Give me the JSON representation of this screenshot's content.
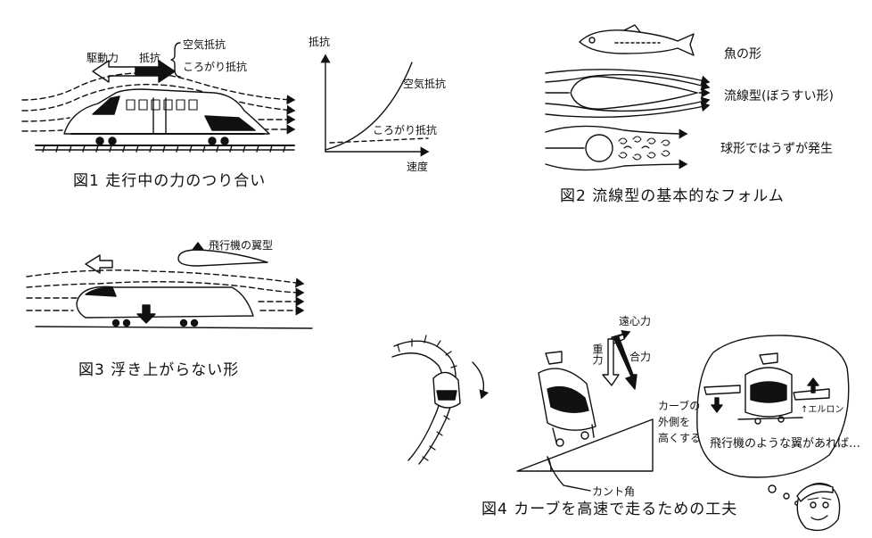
{
  "fig1": {
    "drive_force": "駆動力",
    "resistance": "抵抗",
    "air_resistance": "空気抵抗",
    "rolling_resistance": "ころがり抵抗",
    "caption": "図1 走行中の力のつり合い",
    "graph_ylabel": "抵抗",
    "graph_xlabel": "速度",
    "graph_curve_air": "空気抵抗",
    "graph_curve_rolling": "ころがり抵抗"
  },
  "fig2": {
    "fish_shape": "魚の形",
    "streamline_shape": "流線型(ぼうすい形)",
    "sphere_vortex": "球形ではうずが発生",
    "caption": "図2 流線型の基本的なフォルム"
  },
  "fig3": {
    "wing_shape": "飛行機の翼型",
    "caption": "図3 浮き上がらない形"
  },
  "fig4": {
    "centrifugal": "遠心力",
    "gravity": "重力",
    "resultant": "合力",
    "bank_note": [
      "カーブの",
      "外側を",
      "高くする"
    ],
    "cant_angle": "カント角",
    "aileron": "↑エルロン",
    "wish": "飛行機のような翼があれば…",
    "caption": "図4 カーブを高速で走るための工夫"
  }
}
